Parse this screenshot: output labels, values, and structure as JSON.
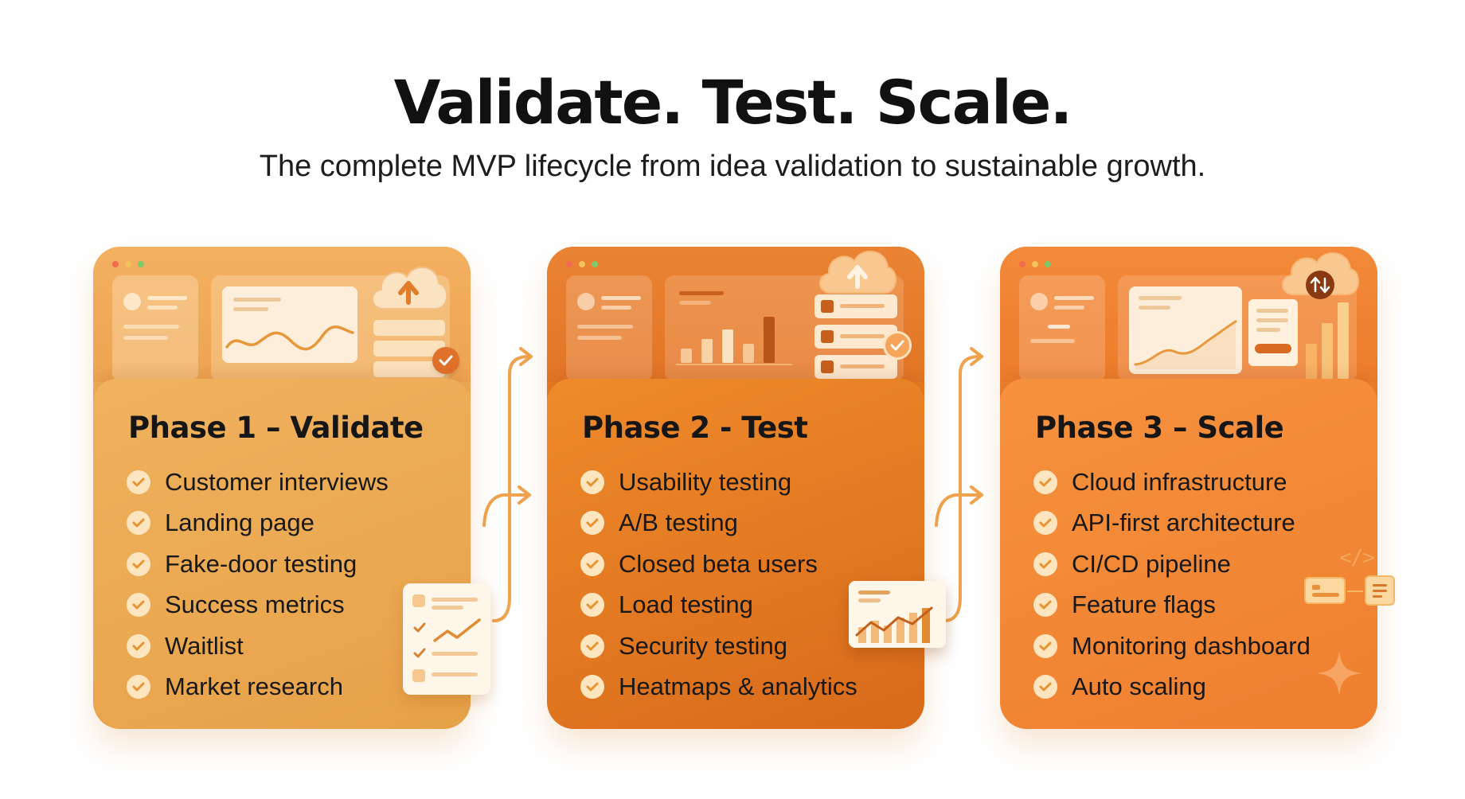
{
  "header": {
    "title": "Validate. Test. Scale.",
    "subtitle": "The complete MVP lifecycle from idea validation to sustainable growth."
  },
  "phases": [
    {
      "title": "Phase 1 – Validate",
      "items": [
        "Customer interviews",
        "Landing page",
        "Fake-door testing",
        "Success metrics",
        "Waitlist",
        "Market research"
      ]
    },
    {
      "title": "Phase 2 - Test",
      "items": [
        "Usability testing",
        "A/B testing",
        "Closed beta users",
        "Load testing",
        "Security testing",
        "Heatmaps & analytics"
      ]
    },
    {
      "title": "Phase 3 – Scale",
      "items": [
        "Cloud infrastructure",
        "API-first architecture",
        "CI/CD pipeline",
        "Feature flags",
        "Monitoring dashboard",
        "Auto scaling"
      ]
    }
  ],
  "icons": {
    "code": "</>"
  },
  "colors": {
    "phase1": "#f0ad58",
    "phase2": "#e77a22",
    "phase3": "#ee812f",
    "check_bg": "#fde6bf",
    "check_mark": "#e8932f"
  }
}
